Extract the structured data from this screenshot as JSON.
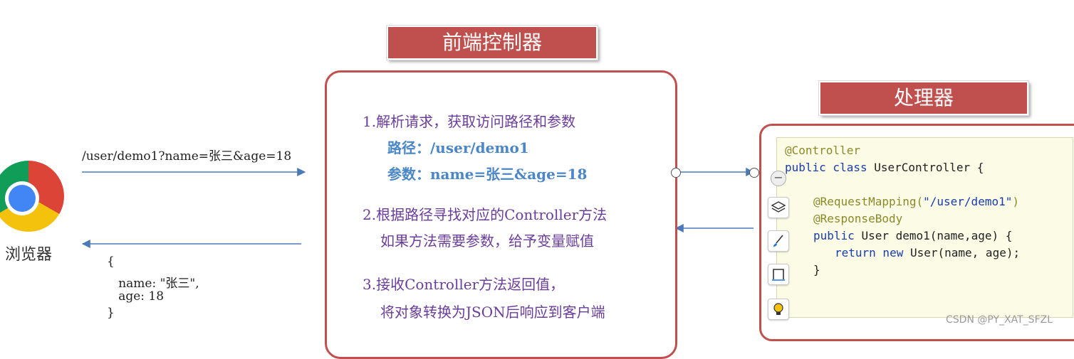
{
  "browser": {
    "label": "浏览器",
    "request_url": "/user/demo1?name=张三&age=18",
    "response_json": [
      "{",
      "   name: \"张三\",",
      "   age: 18",
      "}"
    ]
  },
  "front_controller": {
    "title": "前端控制器",
    "step1": "1.解析请求，获取访问路径和参数",
    "step1_path": "路径：/user/demo1",
    "step1_params": "参数：name=张三&age=18",
    "step2_a": "2.根据路径寻找对应的Controller方法",
    "step2_b": "如果方法需要参数，给予变量赋值",
    "step3_a": "3.接收Controller方法返回值，",
    "step3_b": "将对象转换为JSON后响应到客户端"
  },
  "handler": {
    "title": "处理器",
    "code": {
      "l1": "@Controller",
      "l2a": "public class ",
      "l2b": "UserController {",
      "l3": "@RequestMapping(",
      "l3s": "\"/user/demo1\"",
      "l3e": ")",
      "l4": "@ResponseBody",
      "l5a": "public ",
      "l5b": "User demo1(name,age) {",
      "l6a": "return new ",
      "l6b": "User(name, age);",
      "l7": "}"
    },
    "tools": {
      "minus_label": "−",
      "layers_icon": "layers-icon",
      "brush_icon": "brush-icon",
      "frame_icon": "frame-icon",
      "bulb_icon": "lightbulb-icon"
    }
  },
  "watermark": "CSDN @PY_XAT_SFZL",
  "colors": {
    "title_bg": "#c0504d",
    "step_text": "#6a3d9a",
    "step_highlight": "#4a86c8",
    "arrow": "#4a7ab8"
  }
}
